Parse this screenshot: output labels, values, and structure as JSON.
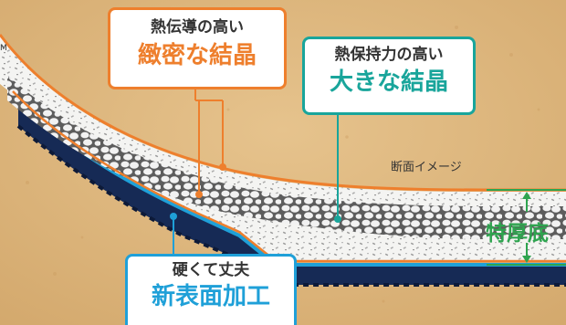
{
  "callouts": {
    "dense_crystal": {
      "line1": "熱伝導の高い",
      "line2": "緻密な結晶"
    },
    "heat_crystal": {
      "line1": "熱保持力の高い",
      "line2": "大きな結晶"
    },
    "surface": {
      "line1": "硬くて丈夫",
      "line2": "新表面加工"
    }
  },
  "caption": "断面イメージ",
  "thick_bottom_label": "特厚底",
  "edge_mark": "M",
  "colors": {
    "orange": "#ee7f2d",
    "teal": "#19a59b",
    "blue": "#1fa0d8",
    "green": "#2ea44f",
    "navy": "#162a55",
    "background": "#ddb77c"
  }
}
